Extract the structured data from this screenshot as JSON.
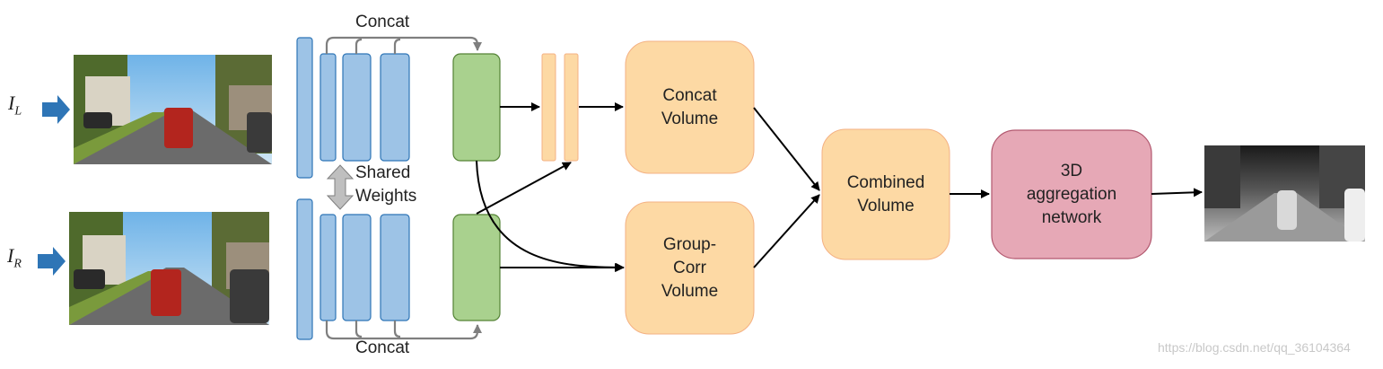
{
  "inputs": {
    "left": {
      "symbol": "I",
      "subscript": "L"
    },
    "right": {
      "symbol": "I",
      "subscript": "R"
    }
  },
  "labels": {
    "concat_top": "Concat",
    "concat_bottom": "Concat",
    "shared_weights": "Shared\nWeights"
  },
  "boxes": {
    "concat_volume": "Concat\nVolume",
    "group_corr_volume": "Group-\nCorr\nVolume",
    "combined_volume": "Combined\nVolume",
    "aggregation": "3D\naggregation\nnetwork"
  },
  "watermark": "https://blog.csdn.net/qq_36104364",
  "colors": {
    "feature_blue": "#9dc3e6",
    "feature_stroke": "#2e75b6",
    "green": "#a9d18e",
    "green_stroke": "#548235",
    "orange": "#fdd9a4",
    "orange_stroke": "#f4b183",
    "pink": "#e6a8b6",
    "pink_stroke": "#b2586f",
    "input_arrow": "#2e75b6"
  }
}
